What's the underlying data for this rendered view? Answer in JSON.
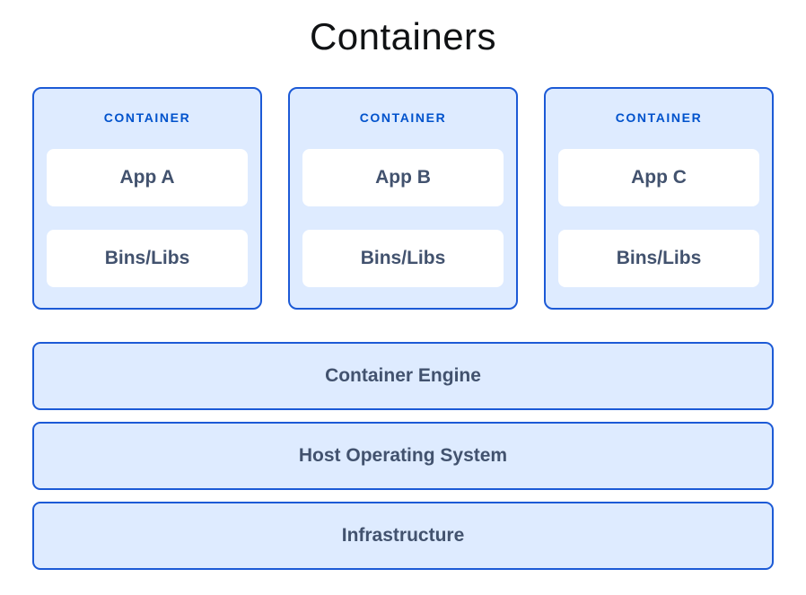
{
  "page": {
    "title": "Containers"
  },
  "colors": {
    "box_fill": "#DEEBFF",
    "box_border": "#1C5AD6",
    "container_label": "#0052CC",
    "card_text": "#42526E",
    "title_text": "#101214",
    "card_background": "#FFFFFF"
  },
  "containers": [
    {
      "label": "CONTAINER",
      "items": [
        "App A",
        "Bins/Libs"
      ]
    },
    {
      "label": "CONTAINER",
      "items": [
        "App B",
        "Bins/Libs"
      ]
    },
    {
      "label": "CONTAINER",
      "items": [
        "App C",
        "Bins/Libs"
      ]
    }
  ],
  "layers": [
    "Container Engine",
    "Host Operating System",
    "Infrastructure"
  ]
}
